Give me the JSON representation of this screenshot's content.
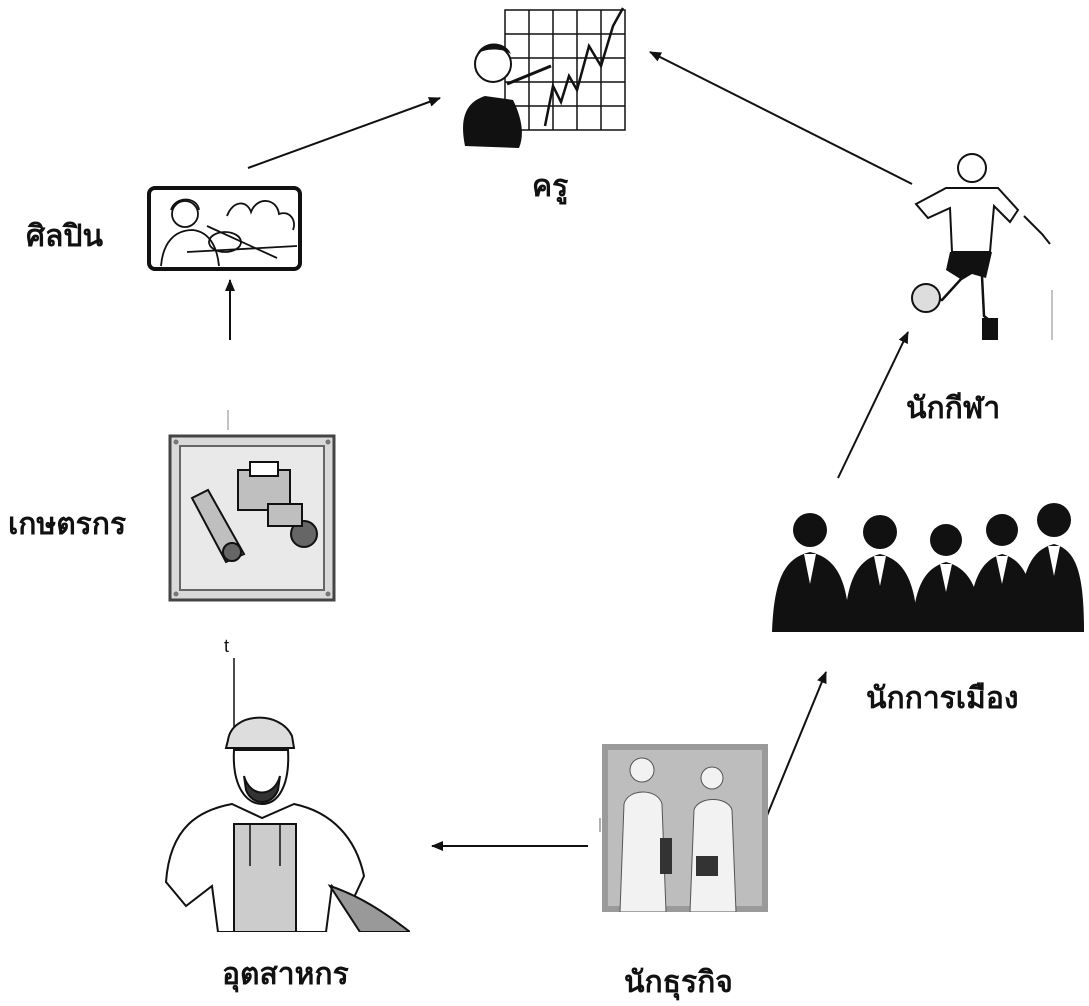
{
  "nodes": {
    "teacher": {
      "label": "ครู",
      "icon": "teacher-chart-icon"
    },
    "artist": {
      "label": "ศิลปิน",
      "icon": "violinist-icon"
    },
    "athlete": {
      "label": "นักกีฬา",
      "icon": "soccer-player-icon"
    },
    "farmer": {
      "label": "เกษตรกร",
      "icon": "harvester-icon"
    },
    "politician": {
      "label": "นักการเมือง",
      "icon": "businessmen-group-icon"
    },
    "industrial": {
      "label": "อุตสาหกร",
      "icon": "factory-worker-icon"
    },
    "business": {
      "label": "นักธุรกิจ",
      "icon": "business-people-icon"
    }
  },
  "stray_mark": "t",
  "colors": {
    "ink": "#111111",
    "background": "#ffffff"
  }
}
